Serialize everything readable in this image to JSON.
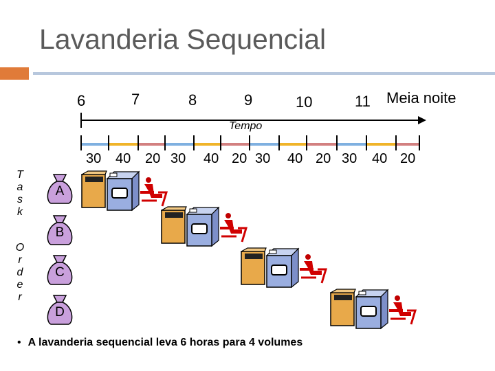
{
  "slide": {
    "title": "Lavanderia Sequencial"
  },
  "timeline": {
    "hours": [
      "6",
      "7",
      "8",
      "9",
      "10",
      "11"
    ],
    "midnight_label": "Meia noite",
    "axis_label": "Tempo",
    "slots": [
      "30",
      "40",
      "20",
      "30",
      "40",
      "20",
      "30",
      "40",
      "20",
      "30",
      "40",
      "20"
    ],
    "segment_colors": [
      "#7fb0e0",
      "#f0b429",
      "#d28080",
      "#7fb0e0",
      "#f0b429",
      "#d28080",
      "#7fb0e0",
      "#f0b429",
      "#d28080",
      "#7fb0e0",
      "#f0b429",
      "#d28080"
    ]
  },
  "task_order": {
    "task_letters": [
      "T",
      "a",
      "s",
      "k"
    ],
    "order_letters": [
      "O",
      "r",
      "d",
      "e",
      "r"
    ]
  },
  "loads": [
    {
      "label": "A",
      "color": "#c9a0dc"
    },
    {
      "label": "B",
      "color": "#c9a0dc"
    },
    {
      "label": "C",
      "color": "#c9a0dc"
    },
    {
      "label": "D",
      "color": "#c9a0dc"
    }
  ],
  "icons": {
    "washer": "washer-icon",
    "dryer": "dryer-icon",
    "folder": "person-folding-icon",
    "bag": "laundry-bag-icon"
  },
  "footer": {
    "bullet": "•",
    "text": "A lavanderia sequencial leva 6 horas para 4 volumes"
  }
}
